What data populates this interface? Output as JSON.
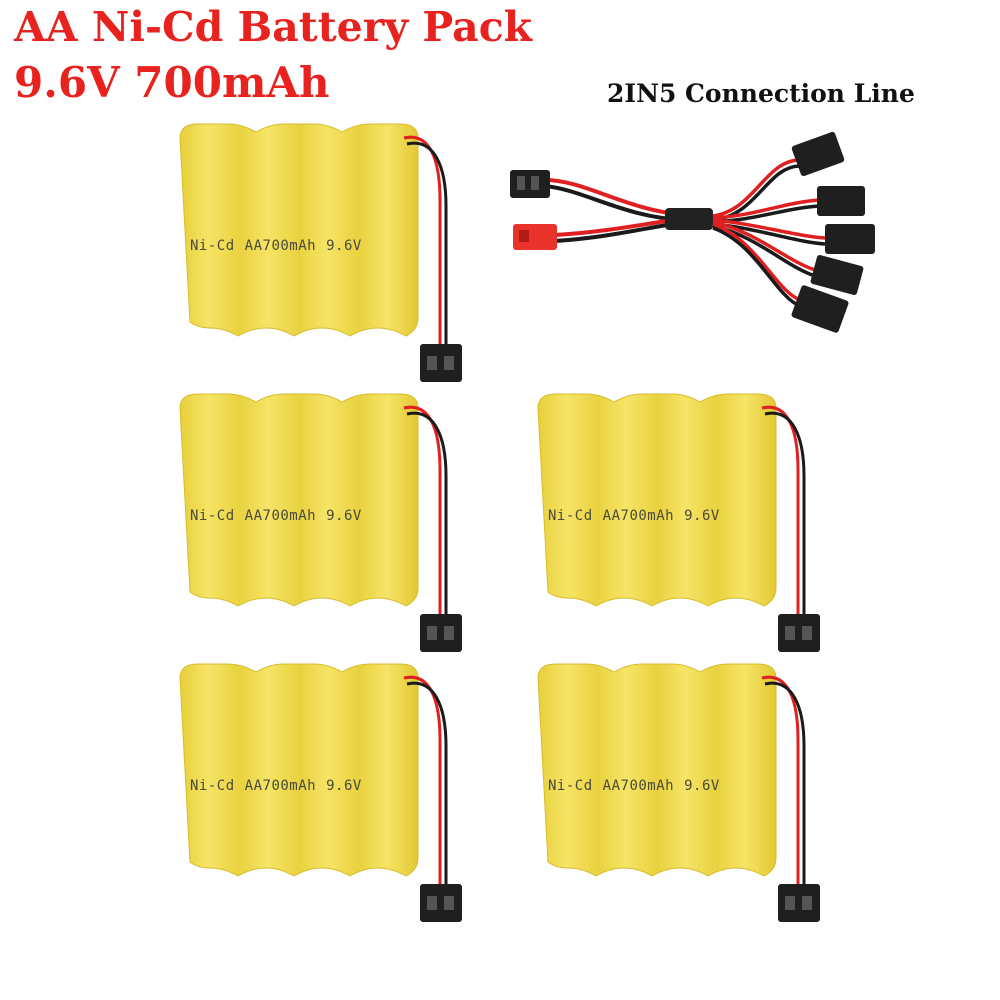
{
  "header": {
    "title": "AA Ni-Cd Battery Pack",
    "subtitle": "9.6V 700mAh"
  },
  "cable": {
    "caption": "2IN5 Connection Line"
  },
  "pack_print": {
    "chemistry": "Ni-Cd",
    "cell_capacity": "AA700mAh",
    "voltage": "9.6V"
  },
  "colors": {
    "title": "#e8231f",
    "battery_yellow": "#f2dd52",
    "wire_red": "#e02020",
    "wire_black": "#1a1a1a",
    "jst_red": "#e8322a"
  }
}
